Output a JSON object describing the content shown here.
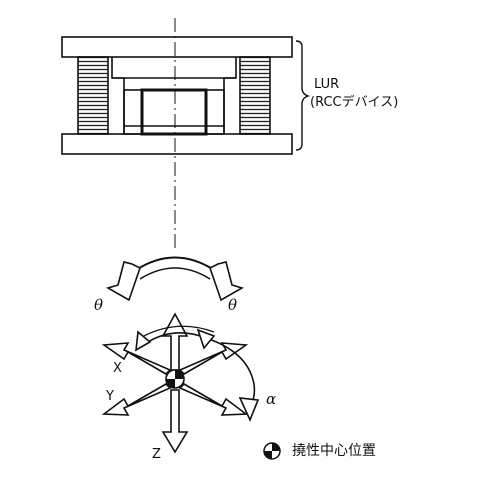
{
  "device": {
    "label_line1": "LUR",
    "label_line2": "(RCCデバイス)"
  },
  "labels": {
    "theta_left": "θ",
    "theta_right": "θ",
    "alpha": "α",
    "axis_x": "X",
    "axis_y": "Y",
    "axis_z": "Z"
  },
  "legend": {
    "symbol_icon": "center-of-compliance-symbol",
    "text": "撓性中心位置"
  }
}
